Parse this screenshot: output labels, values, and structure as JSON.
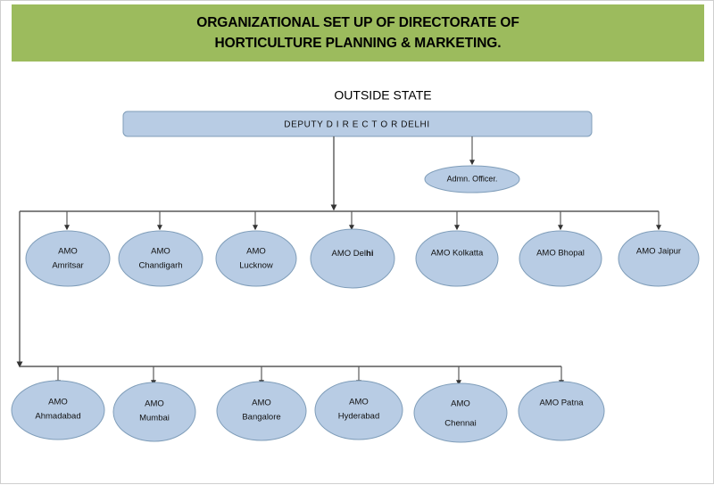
{
  "banner": {
    "bg_color": "#9CBB5D",
    "line1": "ORGANIZATIONAL SET UP OF DIRECTORATE OF",
    "line2": "HORTICULTURE PLANNING & MARKETING."
  },
  "section_label": "OUTSIDE STATE",
  "root": {
    "label": "DEPUTY D I R E C T O R DELHI",
    "fill_color": "#B8CCE4"
  },
  "staff": {
    "label": "Admn. Officer."
  },
  "row1": {
    "nodes": [
      {
        "line1": "AMO",
        "line2": "Amritsar"
      },
      {
        "line1": "AMO",
        "line2": "Chandigarh"
      },
      {
        "line1": "AMO",
        "line2": "Lucknow"
      },
      {
        "line1": "AMO Delhi",
        "line2": ""
      },
      {
        "line1": "AMO Kolkatta",
        "line2": ""
      },
      {
        "line1": "AMO Bhopal",
        "line2": ""
      },
      {
        "line1": "AMO Jaipur",
        "line2": ""
      }
    ]
  },
  "row2": {
    "nodes": [
      {
        "line1": "AMO",
        "line2": "Ahmadabad"
      },
      {
        "line1": "AMO",
        "line2": "Mumbai"
      },
      {
        "line1": "AMO",
        "line2": "Bangalore"
      },
      {
        "line1": "AMO",
        "line2": "Hyderabad"
      },
      {
        "line1": "AMO",
        "line2": "Chennai"
      },
      {
        "line1": "AMO Patna",
        "line2": ""
      }
    ]
  },
  "colors": {
    "node_fill": "#B8CCE4",
    "node_stroke": "#7F9DB9",
    "connector": "#595959",
    "banner": "#9CBB5D"
  }
}
